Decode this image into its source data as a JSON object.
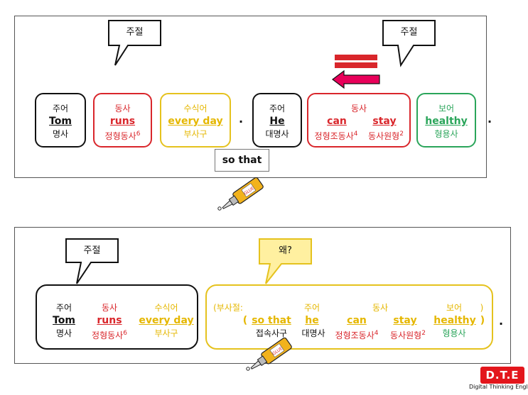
{
  "top": {
    "callout_left": "주절",
    "callout_right": "주절",
    "tom": {
      "role": "주어",
      "word": "Tom",
      "pos": "명사"
    },
    "runs": {
      "role": "동사",
      "word": "runs",
      "pos": "정형동사",
      "sup": "6"
    },
    "everyday": {
      "role": "수식어",
      "word": "every day",
      "pos": "부사구"
    },
    "he": {
      "role": "주어",
      "word": "He",
      "pos": "대명사"
    },
    "canstay": {
      "role": "동사",
      "word1": "can",
      "word2": "stay",
      "pos1": "정형조동사",
      "sup1": "4",
      "pos2": "동사원형",
      "sup2": "2"
    },
    "healthy": {
      "role": "보어",
      "word": "healthy",
      "pos": "형용사"
    },
    "connector": "so that",
    "period": "."
  },
  "bottom": {
    "callout_left": "주절",
    "callout_why": "왜?",
    "main": {
      "tom": {
        "role": "주어",
        "word": "Tom",
        "pos": "명사"
      },
      "runs": {
        "role": "동사",
        "word": "runs",
        "pos": "정형동사",
        "sup": "6"
      },
      "everyday": {
        "role": "수식어",
        "word": "every day",
        "pos": "부사구"
      }
    },
    "sub": {
      "label": "(부사절:",
      "close_label": ")",
      "open_paren": "(",
      "close_paren": ")",
      "sothat": {
        "word": "so that",
        "pos": "접속사구"
      },
      "he": {
        "role": "주어",
        "word": "he",
        "pos": "대명사"
      },
      "can": {
        "word": "can",
        "pos": "정형조동사",
        "sup": "4"
      },
      "verb_role": "동사",
      "stay": {
        "word": "stay",
        "pos": "동사원형",
        "sup": "2"
      },
      "healthy": {
        "role": "보어",
        "word": "healthy",
        "pos": "형용사"
      }
    },
    "period": "."
  },
  "logo": {
    "letters": "D.T.E",
    "caption": "Digital Thinking English"
  },
  "tube_label": "GLUE",
  "colors": {
    "red": "#d9262b",
    "yellow": "#e5c21e",
    "green": "#2aa55a",
    "pink": "#e8005a",
    "logo_red": "#e3161c"
  }
}
